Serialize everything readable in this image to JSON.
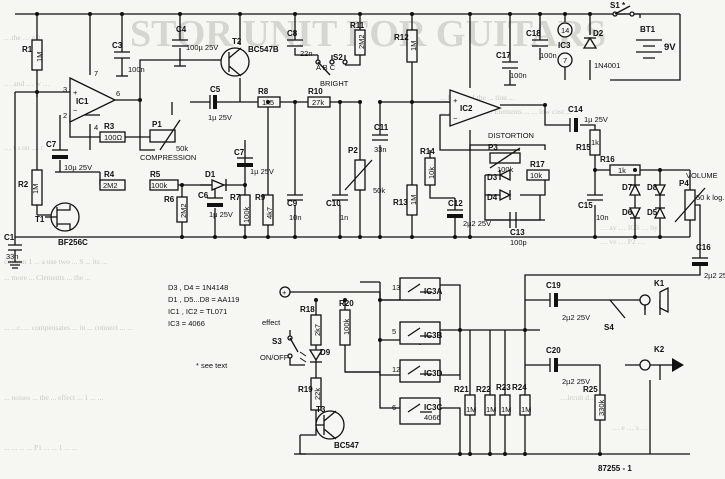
{
  "labels": {
    "R1": "R1",
    "R1v": "1M",
    "R2": "R2",
    "R2v": "1M",
    "C1": "C1",
    "C1v": "33n",
    "C3": "C3",
    "C3v": "100n",
    "C4": "C4",
    "C4v": "100µ 25V",
    "C5": "C5",
    "C5v": "1µ 25V",
    "C6": "C6",
    "C6v": "1µ 25V",
    "C7": "C7",
    "C7v": "10µ 25V",
    "C7b": "C7",
    "C7bv": "1µ 25V",
    "C8": "C8",
    "C8v": "22n",
    "C9": "C9",
    "C9v": "10n",
    "C10": "C10",
    "C10v": "1n",
    "C11": "C11",
    "C11v": "33n",
    "C12": "C12",
    "C12v": "2µ2 25V",
    "C13": "C13",
    "C13v": "100p",
    "C14": "C14",
    "C14v": "1µ 25V",
    "C15": "C15",
    "C15v": "10n",
    "C16": "C16",
    "C16v": "2µ2 25V",
    "C17": "C17",
    "C17v": "100n",
    "C18": "C18",
    "C18v": "100n",
    "C19": "C19",
    "C19v": "2µ2 25V",
    "C20": "C20",
    "C20v": "2µ2 25V",
    "IC1": "IC1",
    "IC2": "IC2",
    "IC3": "IC3",
    "T1": "T1",
    "T1v": "BF256C",
    "T2": "T2",
    "T2v": "BC547B",
    "T3": "T3",
    "T3v": "BC547",
    "R3": "R3",
    "R3v": "100Ω",
    "R4": "R4",
    "R4v": "2M2",
    "R5": "R5",
    "R5v": "100k",
    "R6": "R6",
    "R6v": "2M2",
    "R7": "R7",
    "R7v": "100k",
    "R8": "R8",
    "R8v": "1k5",
    "R9": "R9",
    "R9v": "4k7",
    "R10": "R10",
    "R10v": "27k",
    "R11": "R11",
    "R11v": "2M2",
    "R12": "R12",
    "R12v": "1M",
    "R13": "R13",
    "R13v": "1M",
    "R14": "R14",
    "R14v": "10k",
    "R15": "R15",
    "R15v": "1k",
    "R16": "R16",
    "R16v": "1k",
    "R17": "R17",
    "R17v": "10k",
    "R18": "R18",
    "R18v": "2k7",
    "R19": "R19",
    "R19v": "22k",
    "R20": "R20",
    "R20v": "100k",
    "R21": "R21",
    "R21v": "1M",
    "R22": "R22",
    "R22v": "1M",
    "R23": "R23",
    "R23v": "1M",
    "R24": "R24",
    "R24v": "1M",
    "R25": "R25",
    "R25v": "330k",
    "P1": "P1",
    "P1v": "50k",
    "compression": "COMPRESSION",
    "P2": "P2",
    "P2v": "50k",
    "P3": "P3",
    "P3v": "100k",
    "distortion": "DISTORTION",
    "P4": "P4",
    "P4v": "50 k log.",
    "volume": "VOLUME",
    "S1": "S1 *",
    "S2": "S2",
    "bright": "BRIGHT",
    "S3": "S3",
    "effect": "effect",
    "onoff": "ON/OFF",
    "S4": "S4",
    "K1": "K1",
    "K2": "K2",
    "BT1": "BT1",
    "BT1v": "9V",
    "D1": "D1",
    "D2": "D2",
    "D2v": "1N4001",
    "D3": "D3",
    "D4": "D4",
    "D5": "D5",
    "D6": "D6",
    "D7": "D7",
    "D8": "D8",
    "D9": "D9",
    "IC3A": "IC3A",
    "IC3B": "IC3B",
    "IC3C": "IC3C",
    "IC3C2": "4066",
    "IC3D": "IC3D",
    "abc": "A  B  C",
    "pin14": "14",
    "pin7": "7"
  },
  "legend": {
    "line1": "D3 , D4 = 1N4148",
    "line2": "D1 , D5...D8 = AA119",
    "line3": "IC1 , IC2 = TL071",
    "line4": "IC3 = 4066",
    "note": "* see text"
  },
  "figure_number": "87255 - 1",
  "background_text": {
    "heading": "STOR UNIT FOR GUITARS",
    "col1": [
      "column 1 ... a use two ... S ... its ...",
      "... more ... Clements ... the ... ",
      "... ...c. ... compensates ... in ... connect ... ...",
      "... noises ... the ... effect ... 1 ... ...",
      "... ... ... ... P1 ... ... 1 ... ..."
    ],
    "col2": [
      "... Power of the ... tion ...",
      "... ... ...oduct ... ... Elements ... ... low cost ..."
    ]
  }
}
